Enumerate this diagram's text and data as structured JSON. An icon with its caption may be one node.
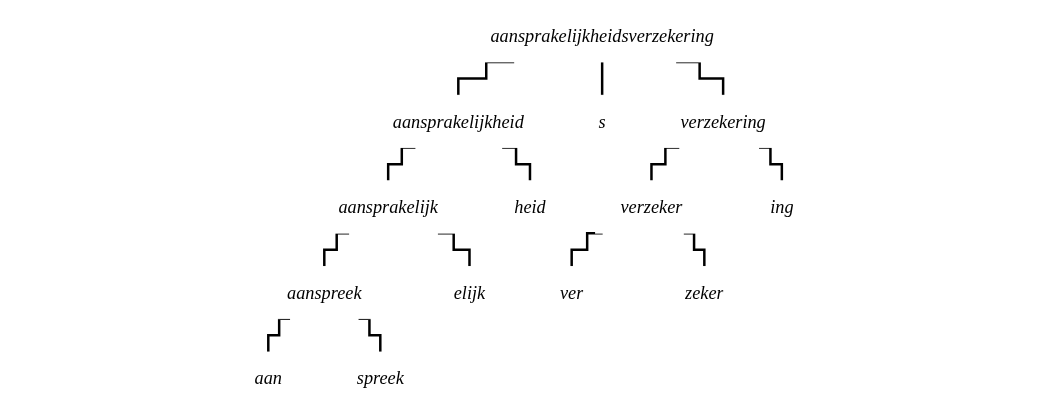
{
  "diagram": {
    "nodes": [
      {
        "text": [
          "aansprakelijkheidsverzekering"
        ]
      },
      {
        "text": [
          "aansprakelijkheid"
        ]
      },
      {
        "text": [
          "verzekering"
        ]
      },
      {
        "text": [
          "aansprakelijk"
        ]
      },
      {
        "text": [
          "aanspreek"
        ]
      },
      {
        "text": [
          "verzeker"
        ]
      },
      {
        "text": [
          "aan"
        ]
      },
      {
        "text": [
          "spreek"
        ]
      },
      {
        "text": [
          "elijk"
        ]
      },
      {
        "text": [
          "heid"
        ]
      },
      {
        "text": [
          "s"
        ]
      },
      {
        "text": [
          "ver"
        ]
      },
      {
        "text": [
          "zeker"
        ]
      },
      {
        "text": [
          "ing"
        ]
      }
    ],
    "edges": [
      {
        "from": 0,
        "to": 1,
        "arrow": "none"
      },
      {
        "from": 0,
        "to": 10,
        "arrow": "none"
      },
      {
        "from": 0,
        "to": 2,
        "arrow": "none"
      },
      {
        "from": 1,
        "to": 3,
        "arrow": "none"
      },
      {
        "from": 1,
        "to": 9,
        "arrow": "none"
      },
      {
        "from": 3,
        "to": 4,
        "arrow": "none"
      },
      {
        "from": 3,
        "to": 8,
        "arrow": "none"
      },
      {
        "from": 4,
        "to": 6,
        "arrow": "none"
      },
      {
        "from": 4,
        "to": 7,
        "arrow": "none"
      },
      {
        "from": 2,
        "to": 5,
        "arrow": "none"
      },
      {
        "from": 2,
        "to": 13,
        "arrow": "none"
      },
      {
        "from": 5,
        "to": 11,
        "arrow": "none"
      },
      {
        "from": 5,
        "to": 12,
        "arrow": "none"
      }
    ]
  }
}
